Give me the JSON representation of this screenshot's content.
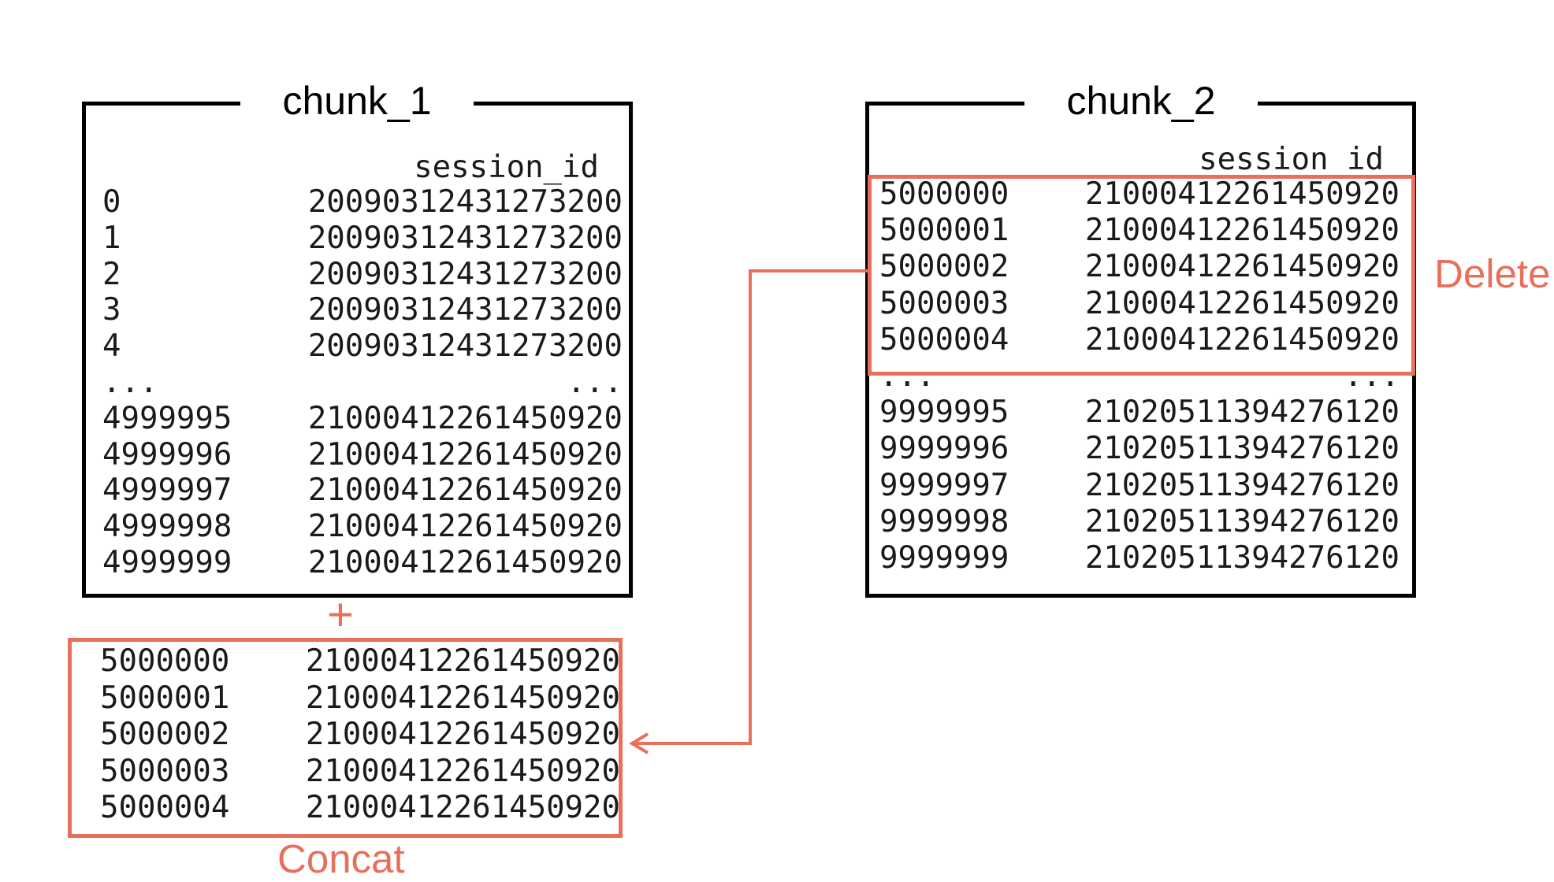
{
  "colors": {
    "accent": "#e8705a",
    "frame": "#000000"
  },
  "chunk_1": {
    "title": "chunk_1",
    "column_header": "session_id",
    "rows_top": [
      {
        "index": "0",
        "value": "20090312431273200"
      },
      {
        "index": "1",
        "value": "20090312431273200"
      },
      {
        "index": "2",
        "value": "20090312431273200"
      },
      {
        "index": "3",
        "value": "20090312431273200"
      },
      {
        "index": "4",
        "value": "20090312431273200"
      }
    ],
    "ellipsis": {
      "index": "...",
      "value": "..."
    },
    "rows_bottom": [
      {
        "index": "4999995",
        "value": "21000412261450920"
      },
      {
        "index": "4999996",
        "value": "21000412261450920"
      },
      {
        "index": "4999997",
        "value": "21000412261450920"
      },
      {
        "index": "4999998",
        "value": "21000412261450920"
      },
      {
        "index": "4999999",
        "value": "21000412261450920"
      }
    ]
  },
  "chunk_2": {
    "title": "chunk_2",
    "column_header": "session_id",
    "rows_top": [
      {
        "index": "5000000",
        "value": "21000412261450920"
      },
      {
        "index": "5000001",
        "value": "21000412261450920"
      },
      {
        "index": "5000002",
        "value": "21000412261450920"
      },
      {
        "index": "5000003",
        "value": "21000412261450920"
      },
      {
        "index": "5000004",
        "value": "21000412261450920"
      }
    ],
    "ellipsis": {
      "index": "...",
      "value": "..."
    },
    "rows_bottom": [
      {
        "index": "9999995",
        "value": "21020511394276120"
      },
      {
        "index": "9999996",
        "value": "21020511394276120"
      },
      {
        "index": "9999997",
        "value": "21020511394276120"
      },
      {
        "index": "9999998",
        "value": "21020511394276120"
      },
      {
        "index": "9999999",
        "value": "21020511394276120"
      }
    ]
  },
  "concat_block": {
    "rows": [
      {
        "index": "5000000",
        "value": "21000412261450920"
      },
      {
        "index": "5000001",
        "value": "21000412261450920"
      },
      {
        "index": "5000002",
        "value": "21000412261450920"
      },
      {
        "index": "5000003",
        "value": "21000412261450920"
      },
      {
        "index": "5000004",
        "value": "21000412261450920"
      }
    ]
  },
  "labels": {
    "plus": "+",
    "delete": "Delete",
    "concat": "Concat"
  }
}
